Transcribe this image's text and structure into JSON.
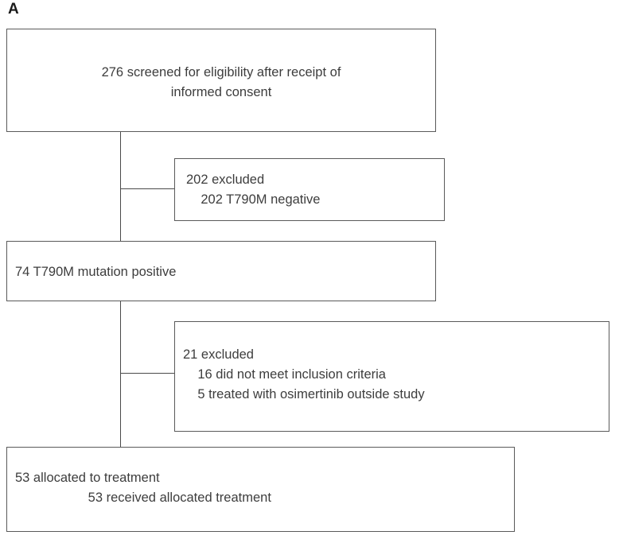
{
  "figure": {
    "panel_label": "A",
    "type": "flow-diagram",
    "colors": {
      "text": "#3d3d3d",
      "border": "#5a5a5a",
      "connector": "#4a4a4a",
      "background": "#ffffff",
      "label": "#1a1a1a"
    }
  },
  "nodes": {
    "screened": {
      "name": "screened-box",
      "align": "center",
      "lines": [
        "276 screened for eligibility after receipt of",
        "informed consent"
      ]
    },
    "excluded_screening": {
      "name": "excluded-screening-box",
      "align": "left",
      "lines": [
        "202 excluded",
        "    202 T790M negative"
      ]
    },
    "mutation_positive": {
      "name": "mutation-positive-box",
      "align": "left",
      "lines": [
        "74 T790M mutation positive"
      ]
    },
    "excluded_allocation": {
      "name": "excluded-allocation-box",
      "align": "left",
      "lines": [
        "21 excluded",
        "    16 did not meet inclusion criteria",
        "    5 treated with osimertinib outside study"
      ]
    },
    "allocated": {
      "name": "allocated-box",
      "align": "left",
      "lines": [
        "53 allocated to treatment",
        "                    53 received allocated treatment"
      ]
    }
  },
  "flow_counts": {
    "screened": 276,
    "excluded_t790m_negative": 202,
    "t790m_mutation_positive": 74,
    "excluded_total": 21,
    "excluded_did_not_meet_inclusion": 16,
    "excluded_treated_outside_study": 5,
    "allocated_to_treatment": 53,
    "received_allocated_treatment": 53
  }
}
